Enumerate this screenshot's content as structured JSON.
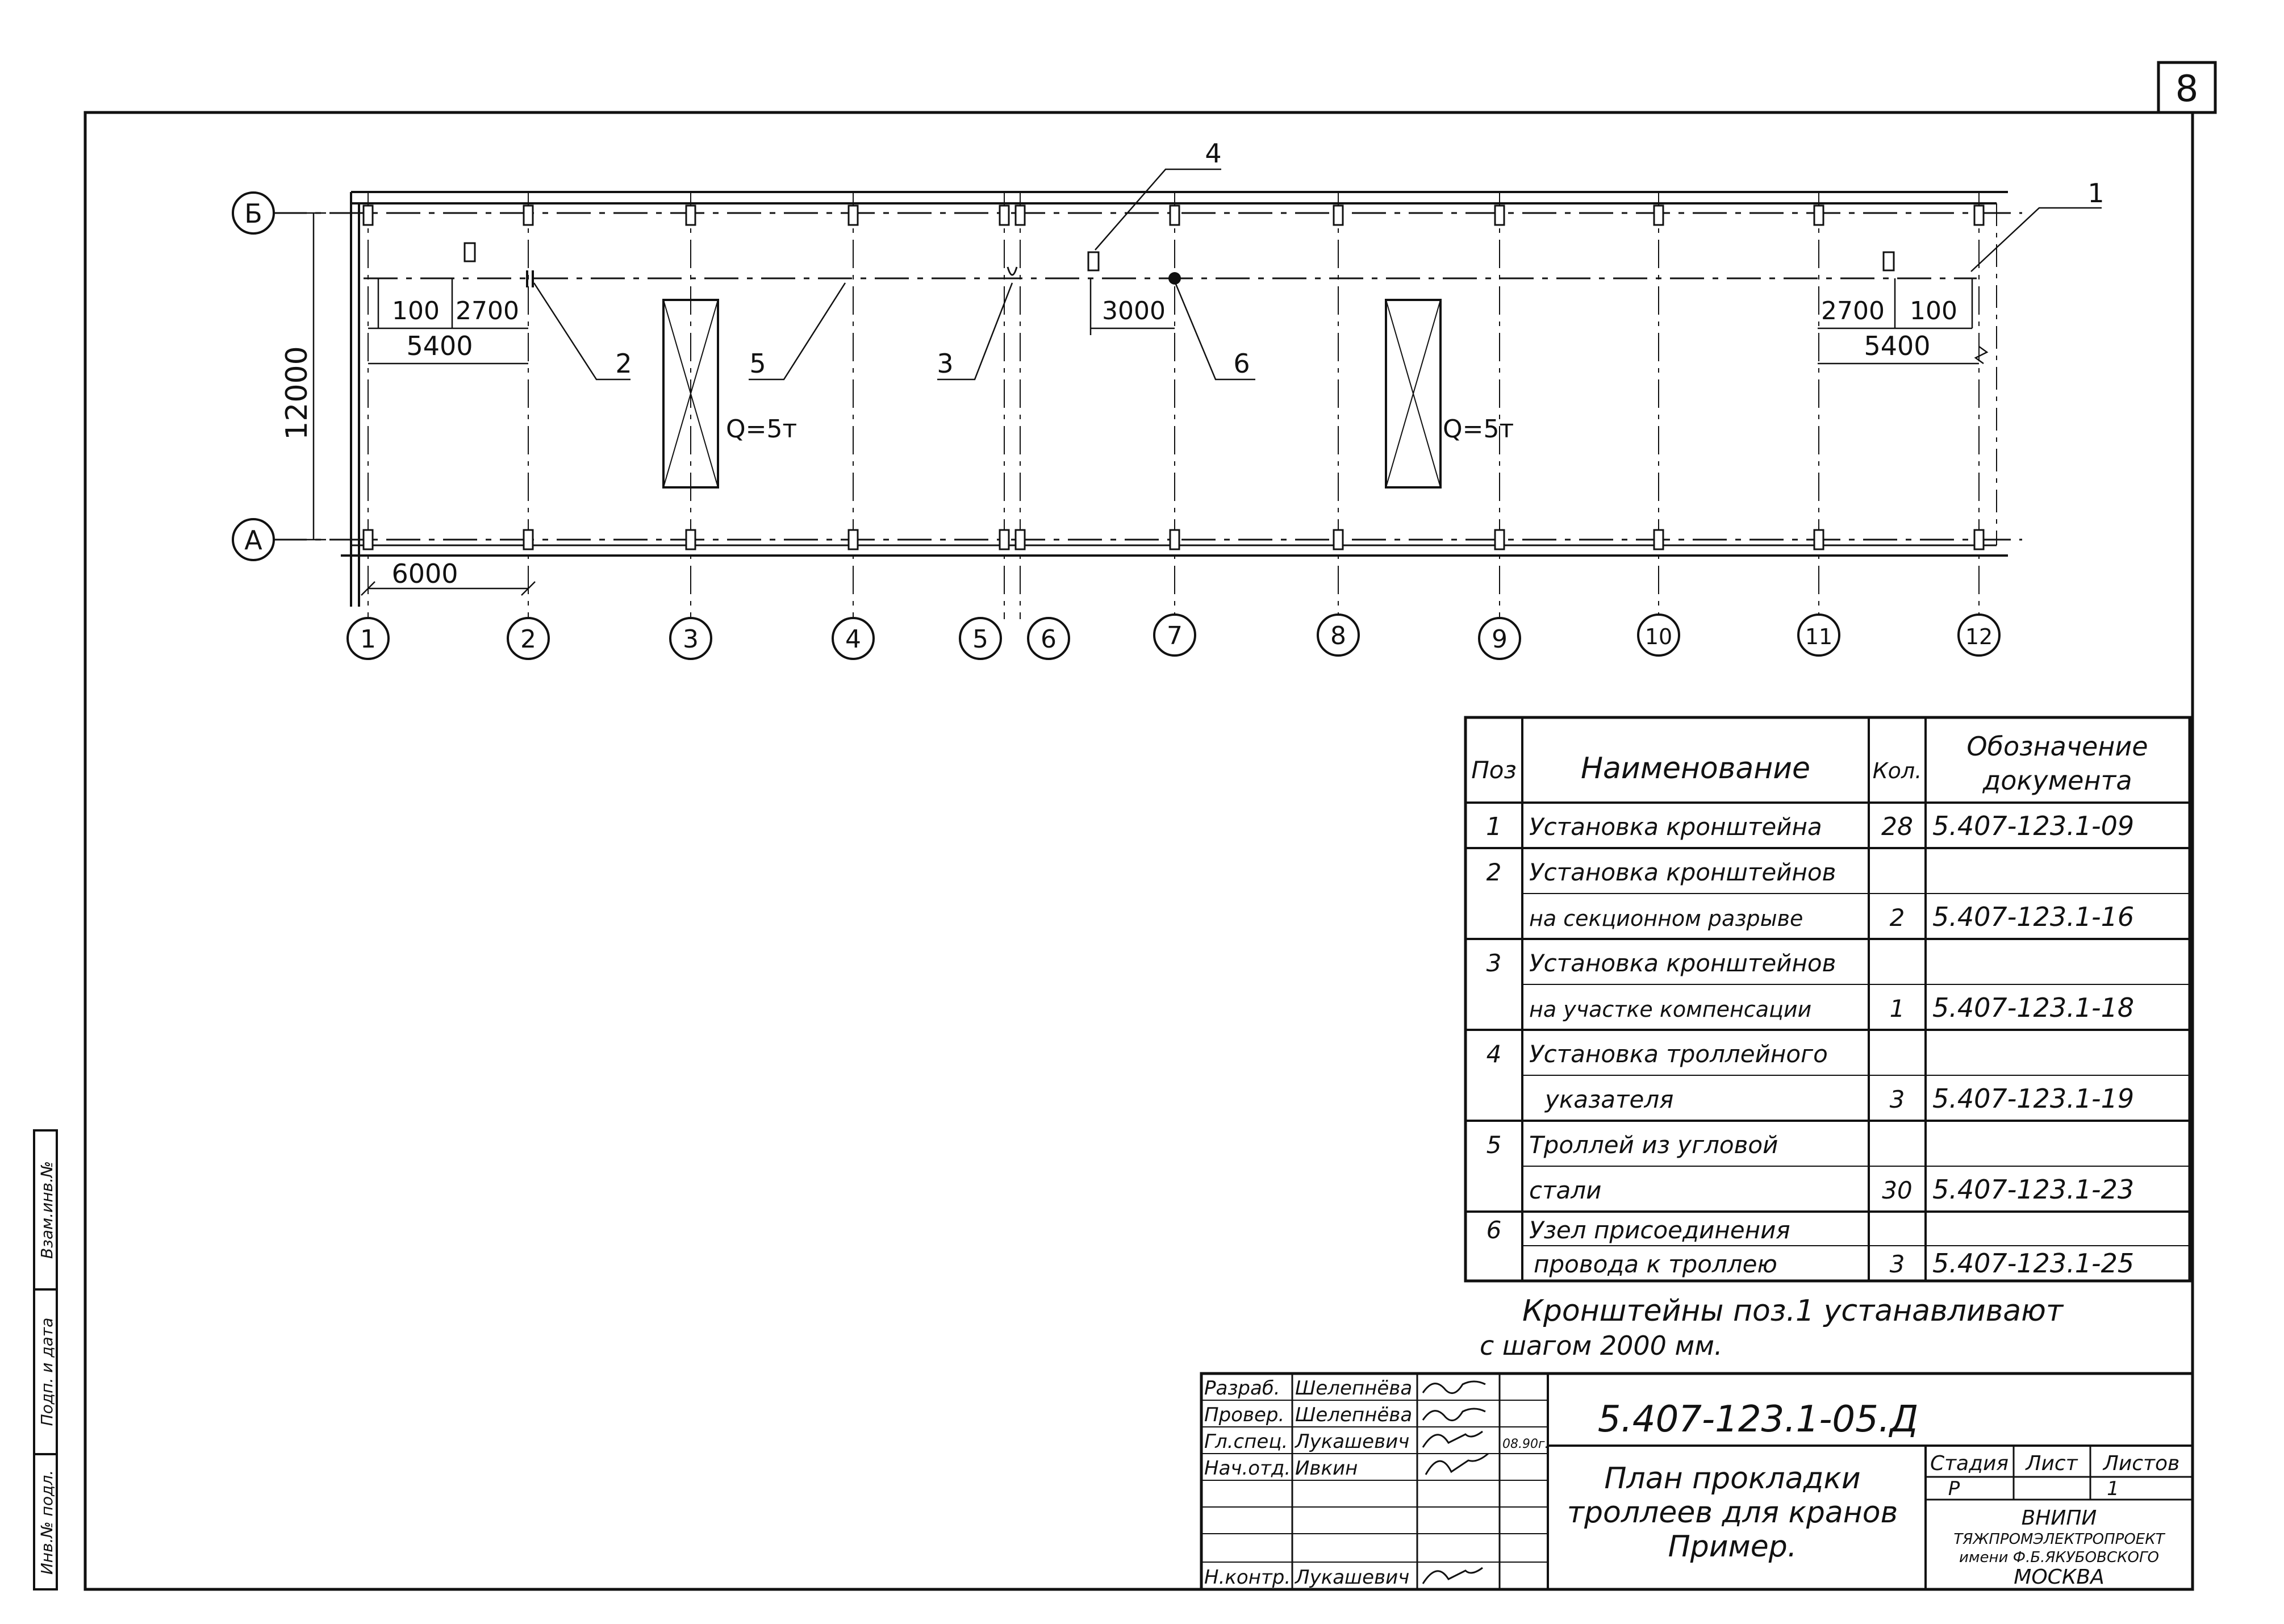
{
  "sheet_number": "8",
  "axes": {
    "rows": [
      "Б",
      "А"
    ],
    "columns": [
      "1",
      "2",
      "3",
      "4",
      "5",
      "6",
      "7",
      "8",
      "9",
      "10",
      "11",
      "12"
    ]
  },
  "dimensions": {
    "height": "12000",
    "bay": "6000",
    "left_a": "100",
    "left_b": "2700",
    "left_total": "5400",
    "right_a": "2700",
    "right_b": "100",
    "right_total": "5400",
    "mid": "3000"
  },
  "leaders": [
    "1",
    "2",
    "3",
    "4",
    "5",
    "6"
  ],
  "cranes": [
    {
      "capacity": "Q=5т"
    },
    {
      "capacity": "Q=5т"
    }
  ],
  "spec_table": {
    "headers": {
      "pos": "Поз",
      "name": "Наименование",
      "qty": "Кол.",
      "doc_line1": "Обозначение",
      "doc_line2": "документа"
    },
    "rows": [
      {
        "pos": "1",
        "name1": "Установка кронштейна",
        "name2": "",
        "qty": "28",
        "doc": "5.407-123.1-09"
      },
      {
        "pos": "2",
        "name1": "Установка кронштейнов",
        "name2": "на секционном разрыве",
        "qty": "2",
        "doc": "5.407-123.1-16"
      },
      {
        "pos": "3",
        "name1": "Установка кронштейнов",
        "name2": "на участке компенсации",
        "qty": "1",
        "doc": "5.407-123.1-18"
      },
      {
        "pos": "4",
        "name1": "Установка троллейного",
        "name2": "указателя",
        "qty": "3",
        "doc": "5.407-123.1-19"
      },
      {
        "pos": "5",
        "name1": "Троллей из угловой",
        "name2": "стали",
        "qty": "30",
        "doc": "5.407-123.1-23"
      },
      {
        "pos": "6",
        "name1": "Узел присоединения",
        "name2": "провода к троллею",
        "qty": "3",
        "doc": "5.407-123.1-25"
      }
    ]
  },
  "note": {
    "line1": "Кронштейны поз.1 устанавливают",
    "line2": "с шагом 2000 мм."
  },
  "title_block": {
    "signatures": [
      {
        "role": "Разраб.",
        "name": "Шелепнёва",
        "date": ""
      },
      {
        "role": "Провер.",
        "name": "Шелепнёва",
        "date": ""
      },
      {
        "role": "Гл.спец.",
        "name": "Лукашевич",
        "date": "08.90г."
      },
      {
        "role": "Нач.отд.",
        "name": "Ивкин",
        "date": ""
      },
      {
        "role": "",
        "name": "",
        "date": ""
      },
      {
        "role": "",
        "name": "",
        "date": ""
      },
      {
        "role": "",
        "name": "",
        "date": ""
      },
      {
        "role": "Н.контр.",
        "name": "Лукашевич",
        "date": ""
      }
    ],
    "code": "5.407-123.1-05.Д",
    "title_line1": "План прокладки",
    "title_line2": "троллеев для кранов",
    "title_line3": "Пример.",
    "stage_header": "Стадия",
    "sheet_header": "Лист",
    "sheets_header": "Листов",
    "stage": "Р",
    "sheets": "1",
    "org_line1": "ВНИПИ",
    "org_line2": "ТЯЖПРОМЭЛЕКТРОПРОЕКТ",
    "org_line3": "имени Ф.Б.ЯКУБОВСКОГО",
    "org_line4": "МОСКВА"
  },
  "side_stamp": [
    "Инв.№ подл.",
    "Подп. и дата",
    "Взам.инв.№"
  ]
}
